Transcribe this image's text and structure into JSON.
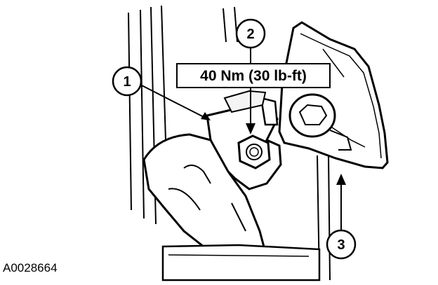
{
  "figure": {
    "id": "A0028664",
    "torque_spec": "40 Nm (30 lb-ft)",
    "callouts": [
      "1",
      "2",
      "3"
    ]
  }
}
